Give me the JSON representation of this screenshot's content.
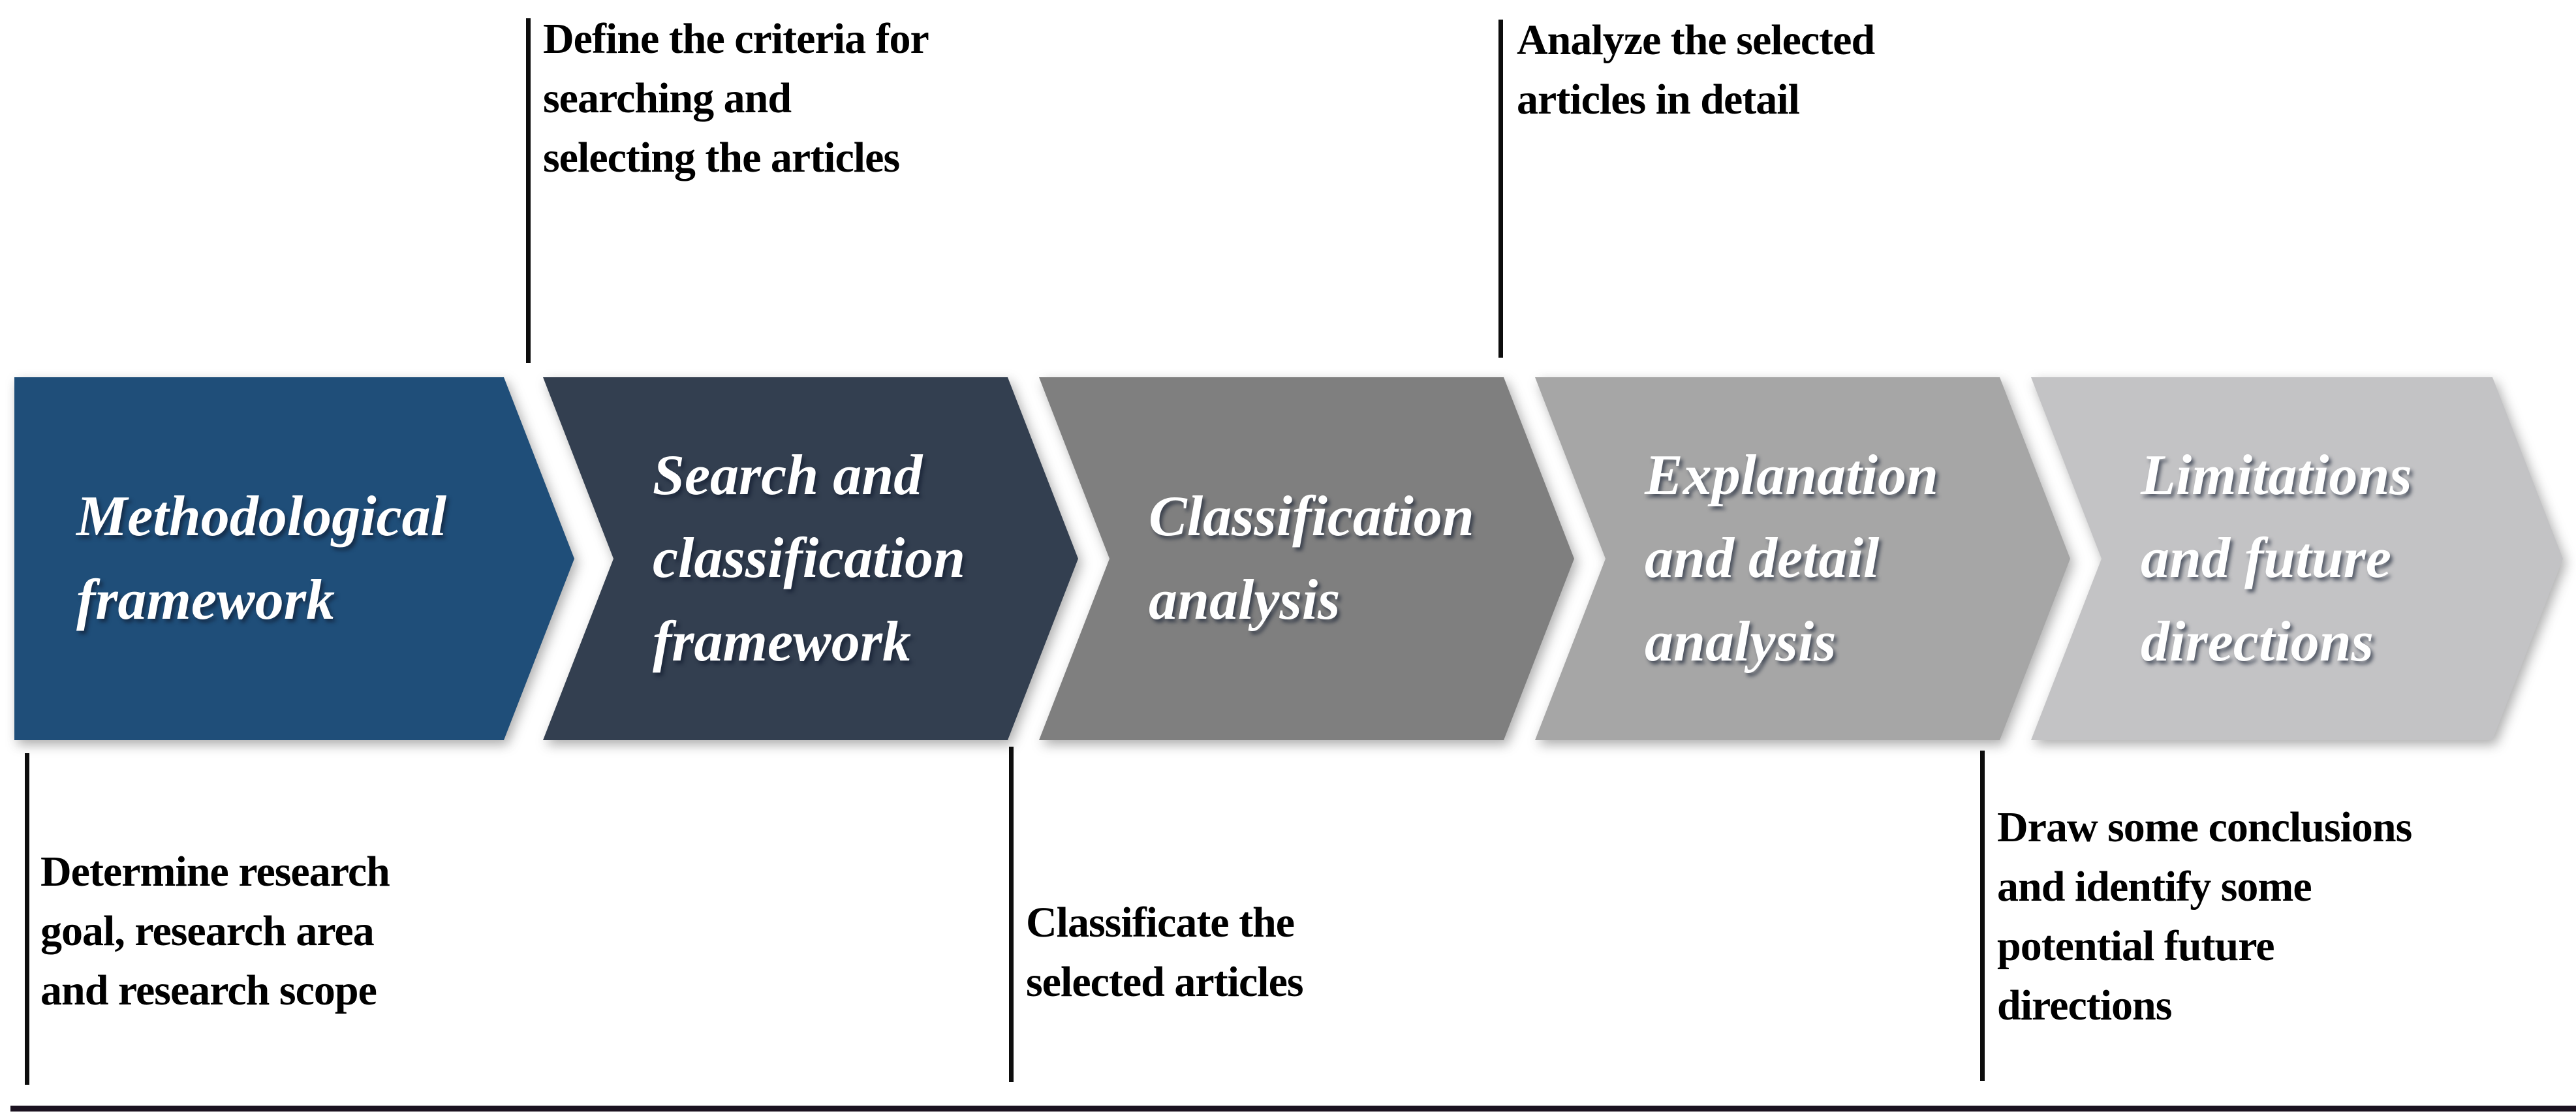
{
  "diagram": {
    "type": "process-flow",
    "steps": [
      {
        "label": "Methodological\nframework",
        "color": "#1F4E79"
      },
      {
        "label": "Search and\nclassification\nframework",
        "color": "#333F50"
      },
      {
        "label": "Classification\nanalysis",
        "color": "#7F7F7F"
      },
      {
        "label": "Explanation\nand detail\nanalysis",
        "color": "#A6A6A6"
      },
      {
        "label": "Limitations\nand future\ndirections",
        "color": "#C3C3C5"
      }
    ],
    "callouts": {
      "top_define": "Define the criteria for\nsearching and\nselecting the articles",
      "top_analyze": "Analyze the selected\narticles in detail",
      "bottom_determine": "Determine research\ngoal, research area\nand research scope",
      "bottom_classificate": "Classificate the\nselected articles",
      "bottom_draw": "Draw some conclusions\nand identify some\npotential future\ndirections"
    },
    "colors": {
      "arrow_text": "#FFFFFF",
      "callout_text": "#000000",
      "connector_line": "#0D0D0D",
      "baseline": "#1B1220",
      "background": "#FFFFFF"
    }
  }
}
